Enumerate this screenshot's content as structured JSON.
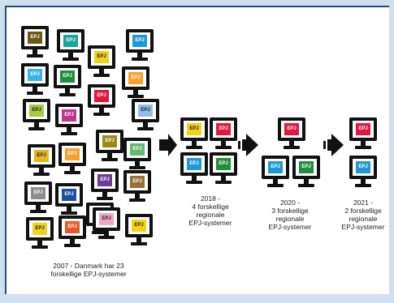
{
  "badge_text": "EPJ",
  "stages": [
    {
      "caption": "2007 - Danmark har 23\nforskellige EPJ-systemer",
      "count": 23
    },
    {
      "caption": "2018 -\n4 forskellige\nregionale\nEPJ-systemer",
      "count": 4
    },
    {
      "caption": "2020 -\n3 forskellige\nregionale\nEPJ-systemer",
      "count": 3
    },
    {
      "caption": "2021 -\n2 forskellige\nregionale\nEPJ-systemer",
      "count": 2
    }
  ],
  "colors": {
    "olive": "#6b5a10",
    "teal": "#1aa3a0",
    "yellow": "#f0d11c",
    "blue": "#1d9ad6",
    "skyblue": "#3fb3e6",
    "green": "#1f8f3d",
    "orange": "#f5a12a",
    "red": "#e3173e",
    "lime": "#a7c940",
    "magenta": "#c0348f",
    "lightblue": "#93bde6",
    "purple": "#6a3d9a",
    "mustard": "#9c8a14",
    "lightgreen": "#66b86c",
    "gold": "#e6b71c",
    "gray": "#8d8d8d",
    "navy": "#1f4fa0",
    "violet": "#8e4aa8",
    "brown": "#9b6f3c",
    "darkorange": "#e9582a",
    "pink": "#f3a6c4",
    "amber": "#f3a622",
    "lemon": "#f2d20e"
  }
}
